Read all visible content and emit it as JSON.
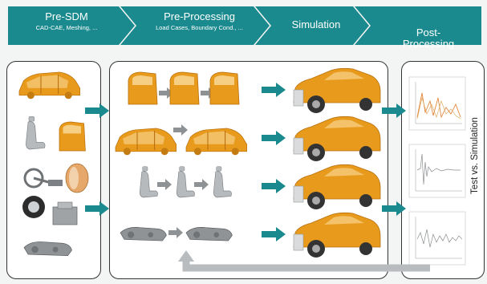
{
  "stages": [
    {
      "title": "Pre-SDM",
      "subtitle": "CAD-CAE, Meshing, ..."
    },
    {
      "title": "Pre-Processing",
      "subtitle": "Load Cases, Boundary Cond., ..."
    },
    {
      "title": "Simulation",
      "subtitle": ""
    },
    {
      "title": "Post-\nProcessing",
      "subtitle": ""
    }
  ],
  "result_panel_label": "Test vs. Simulation",
  "colors": {
    "chevron": "#1b8a8e",
    "arrow": "#1b8a8e",
    "feedback_arrow": "#b8bcbf",
    "part_orange": "#e89a1c",
    "part_gray": "#a7aaad"
  },
  "icons": {
    "flow_arrow": "right-arrow-icon",
    "feedback": "feedback-arrow-icon",
    "components": [
      "body-in-white-icon",
      "seat-icon",
      "door-icon",
      "steering-wheel-icon",
      "airbag-icon",
      "tire-icon",
      "engine-icon",
      "dashboard-icon"
    ],
    "plots": [
      "test-vs-sim-plot-1",
      "test-vs-sim-plot-2",
      "test-vs-sim-plot-3"
    ]
  }
}
